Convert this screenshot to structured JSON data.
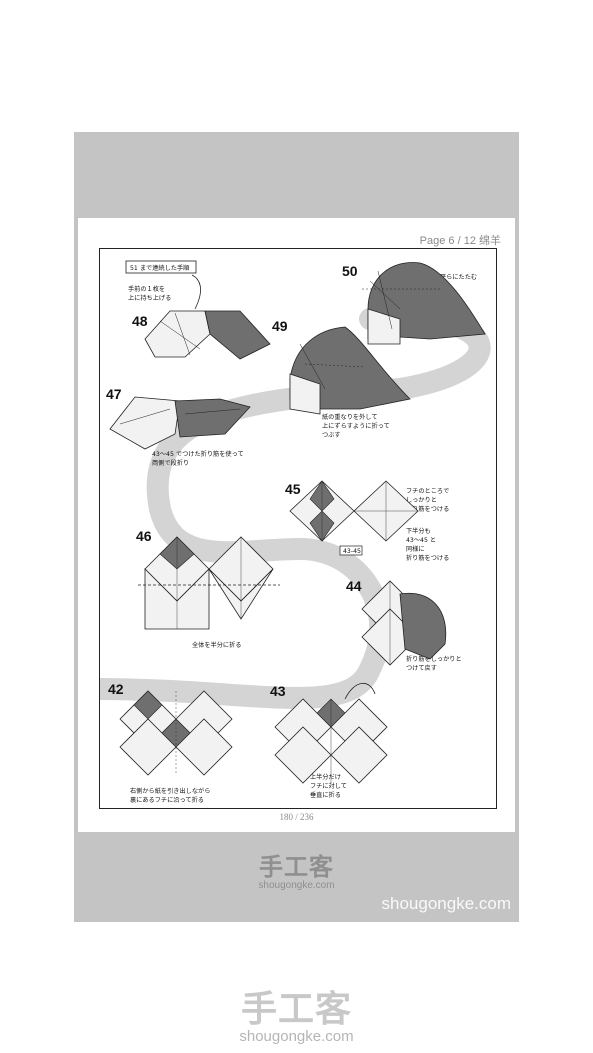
{
  "viewer": {
    "page_header": "Page 6 / 12 绵羊",
    "page_number": "180 / 236",
    "watermark": "shougongke.com"
  },
  "branding": {
    "logo_cn": "手工客",
    "logo_en": "shougongke.com"
  },
  "diagram": {
    "title_box": "51 まで連続した手順",
    "steps": [
      {
        "id": "50",
        "note": [
          "平らにたたむ"
        ]
      },
      {
        "id": "49",
        "note": [
          "紙の重なりを外して",
          "上にずらすように折って",
          "つぶす"
        ]
      },
      {
        "id": "48",
        "note": [
          "手前の１枚を",
          "上に持ち上げる"
        ]
      },
      {
        "id": "47",
        "note": [
          "43〜45 でつけた折り筋を使って",
          "両側で段折り"
        ]
      },
      {
        "id": "46",
        "note": [
          "全体を半分に折る"
        ]
      },
      {
        "id": "45",
        "note": [
          "フチのところで",
          "しっかりと",
          "折り筋をつける"
        ],
        "ref_box": "43-45"
      },
      {
        "id": "44",
        "note": [
          "下半分も",
          "43〜45 と",
          "同様に",
          "折り筋をつける"
        ],
        "note2": [
          "折り筋をしっかりと",
          "つけて戻す"
        ]
      },
      {
        "id": "43",
        "note": [
          "上半分だけ",
          "フチに対して",
          "垂直に折る"
        ]
      },
      {
        "id": "42",
        "note": [
          "右側から紙を引き出しながら",
          "裏にあるフチに沿って折る"
        ]
      }
    ]
  },
  "colors": {
    "viewer_bg": "#c4c4c4",
    "paper_dark": "#6f6f6f",
    "paper_light": "#f2f2f2",
    "path_band": "#cfcfcf"
  }
}
